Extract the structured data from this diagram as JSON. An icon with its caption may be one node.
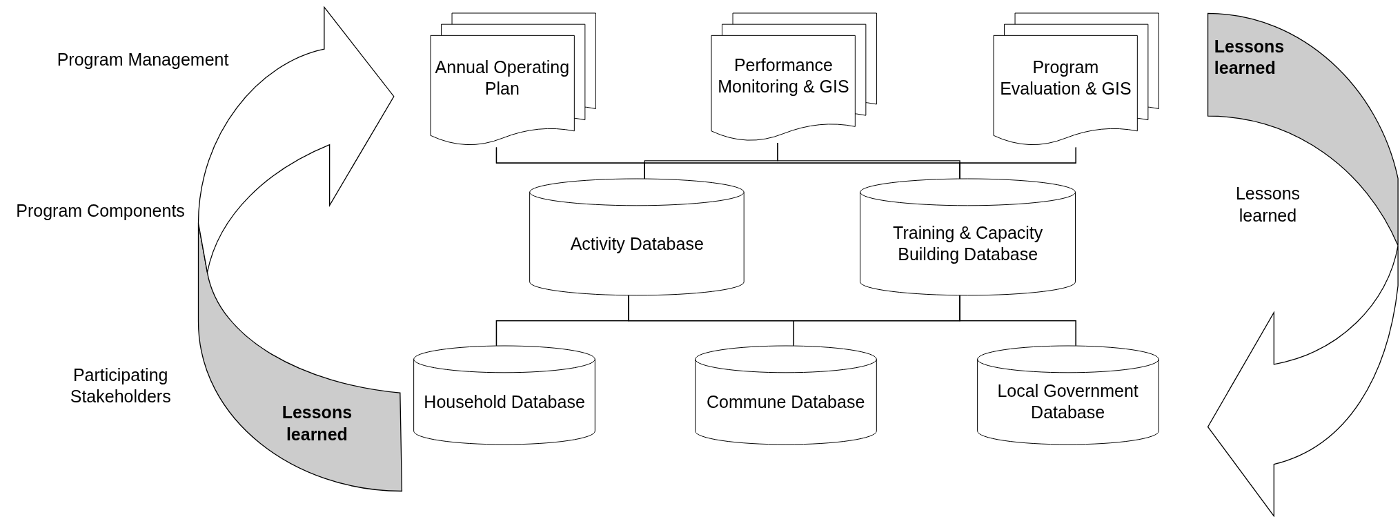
{
  "diagram": {
    "nodes": [
      {
        "text": [
          "Annual Operating Plan"
        ]
      },
      {
        "text": [
          "Performance Monitoring & GIS"
        ]
      },
      {
        "text": [
          "Program Evaluation & GIS"
        ]
      },
      {
        "text": [
          "Activity Database"
        ]
      },
      {
        "text": [
          "Training & Capacity Building Database"
        ]
      },
      {
        "text": [
          "Household Database"
        ]
      },
      {
        "text": [
          "Commune Database"
        ]
      },
      {
        "text": [
          "Local Government Database"
        ]
      }
    ],
    "edges": [
      {
        "from": 0,
        "to": 3,
        "arrow": "none"
      },
      {
        "from": 0,
        "to": 4,
        "arrow": "none"
      },
      {
        "from": 1,
        "to": 3,
        "arrow": "none"
      },
      {
        "from": 1,
        "to": 4,
        "arrow": "none"
      },
      {
        "from": 2,
        "to": 3,
        "arrow": "none"
      },
      {
        "from": 2,
        "to": 4,
        "arrow": "none"
      },
      {
        "from": 3,
        "to": 5,
        "arrow": "none"
      },
      {
        "from": 3,
        "to": 6,
        "arrow": "none"
      },
      {
        "from": 3,
        "to": 7,
        "arrow": "none"
      },
      {
        "from": 4,
        "to": 5,
        "arrow": "none"
      },
      {
        "from": 4,
        "to": 6,
        "arrow": "none"
      },
      {
        "from": 4,
        "to": 7,
        "arrow": "none"
      }
    ],
    "labels": [
      "Lessons learned",
      "Program Management",
      "Program Components",
      "Lessons learned",
      "Participating Stakeholders",
      "Lessons learned"
    ]
  }
}
